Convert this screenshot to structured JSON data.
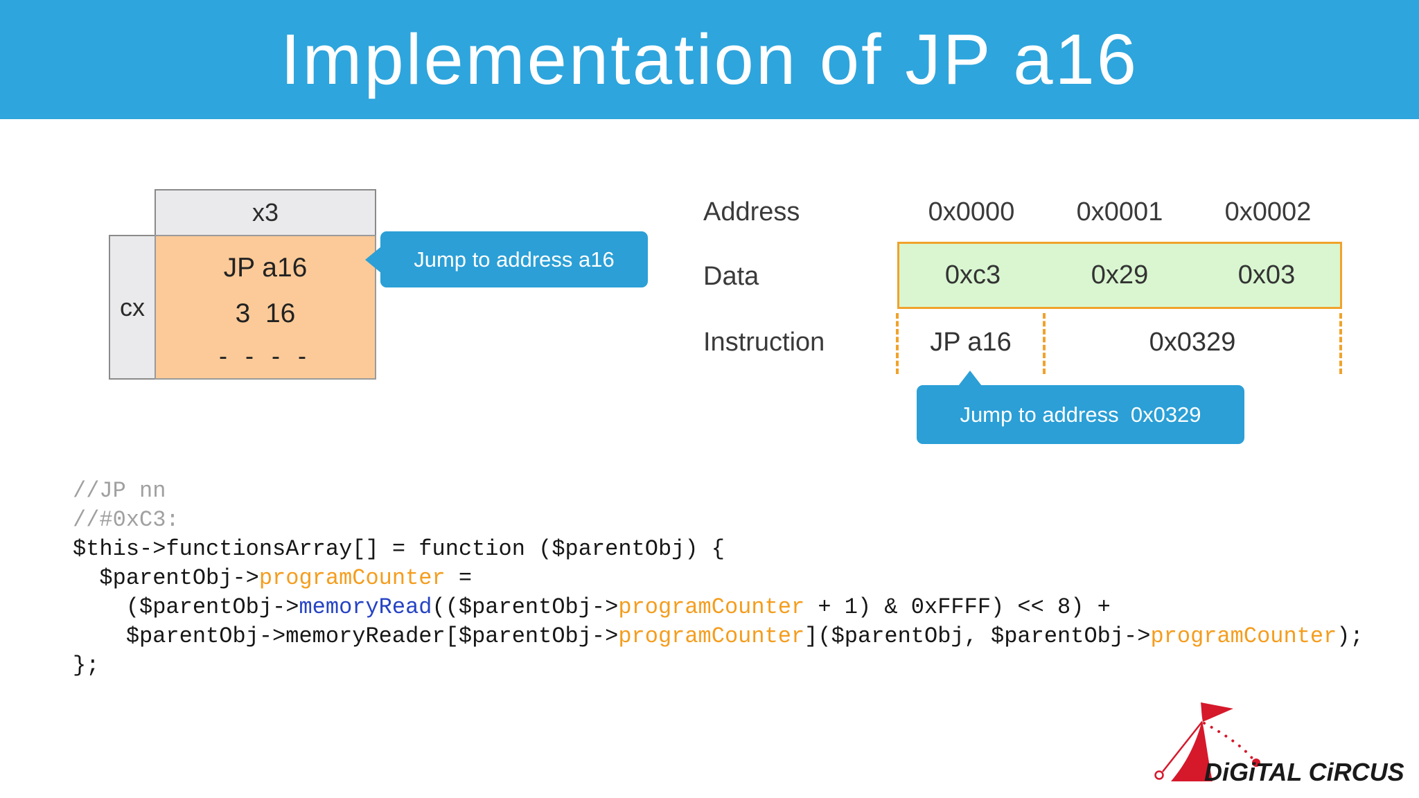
{
  "colors": {
    "header-blue": "#2EA5DD",
    "callout-blue": "#2B9FD6",
    "box-orange": "#FBCA98",
    "box-gray": "#EAEAEC",
    "border-gray": "#8A8A8A",
    "cell-green": "#D9F6D0",
    "accent-orange": "#F0A22B",
    "code-orange": "#F49D1E",
    "code-blue": "#2543C4",
    "comment-gray": "#A0A0A0",
    "logo-red": "#D6182B"
  },
  "header": {
    "title": "Implementation of JP a16"
  },
  "opcode_box": {
    "column_header": "x3",
    "row_header": "cx",
    "mnemonic": "JP a16",
    "bytes_cycles": "3  16",
    "flags": "- - - -",
    "callout_label": "Jump to address a16"
  },
  "memory_table": {
    "row_labels": [
      "Address",
      "Data",
      "Instruction"
    ],
    "addresses": [
      "0x0000",
      "0x0001",
      "0x0002"
    ],
    "data_values": [
      "0xc3",
      "0x29",
      "0x03"
    ],
    "instructions": [
      "JP a16",
      "0x0329"
    ],
    "callout_label": "Jump to address  0x0329"
  },
  "code": {
    "lines": [
      [
        {
          "t": "//JP nn",
          "c": "comment"
        }
      ],
      [
        {
          "t": "//#0xC3:",
          "c": "comment"
        }
      ],
      [
        {
          "t": "$this->functionsArray[] = function ($parentObj) {",
          "c": "plain"
        }
      ],
      [
        {
          "t": "  $parentObj->",
          "c": "plain"
        },
        {
          "t": "programCounter",
          "c": "orange"
        },
        {
          "t": " =",
          "c": "plain"
        }
      ],
      [
        {
          "t": "    ($parentObj->",
          "c": "plain"
        },
        {
          "t": "memoryRead",
          "c": "blue"
        },
        {
          "t": "(($parentObj->",
          "c": "plain"
        },
        {
          "t": "programCounter",
          "c": "orange"
        },
        {
          "t": " + 1) & 0xFFFF) << 8) +",
          "c": "plain"
        }
      ],
      [
        {
          "t": "    $parentObj->memoryReader[$parentObj->",
          "c": "plain"
        },
        {
          "t": "programCounter",
          "c": "orange"
        },
        {
          "t": "]($parentObj, $parentObj->",
          "c": "plain"
        },
        {
          "t": "programCounter",
          "c": "orange"
        },
        {
          "t": ");",
          "c": "plain"
        }
      ],
      [
        {
          "t": "};",
          "c": "plain"
        }
      ]
    ]
  },
  "logo": {
    "text": "DiGiTAL CiRCUS"
  }
}
